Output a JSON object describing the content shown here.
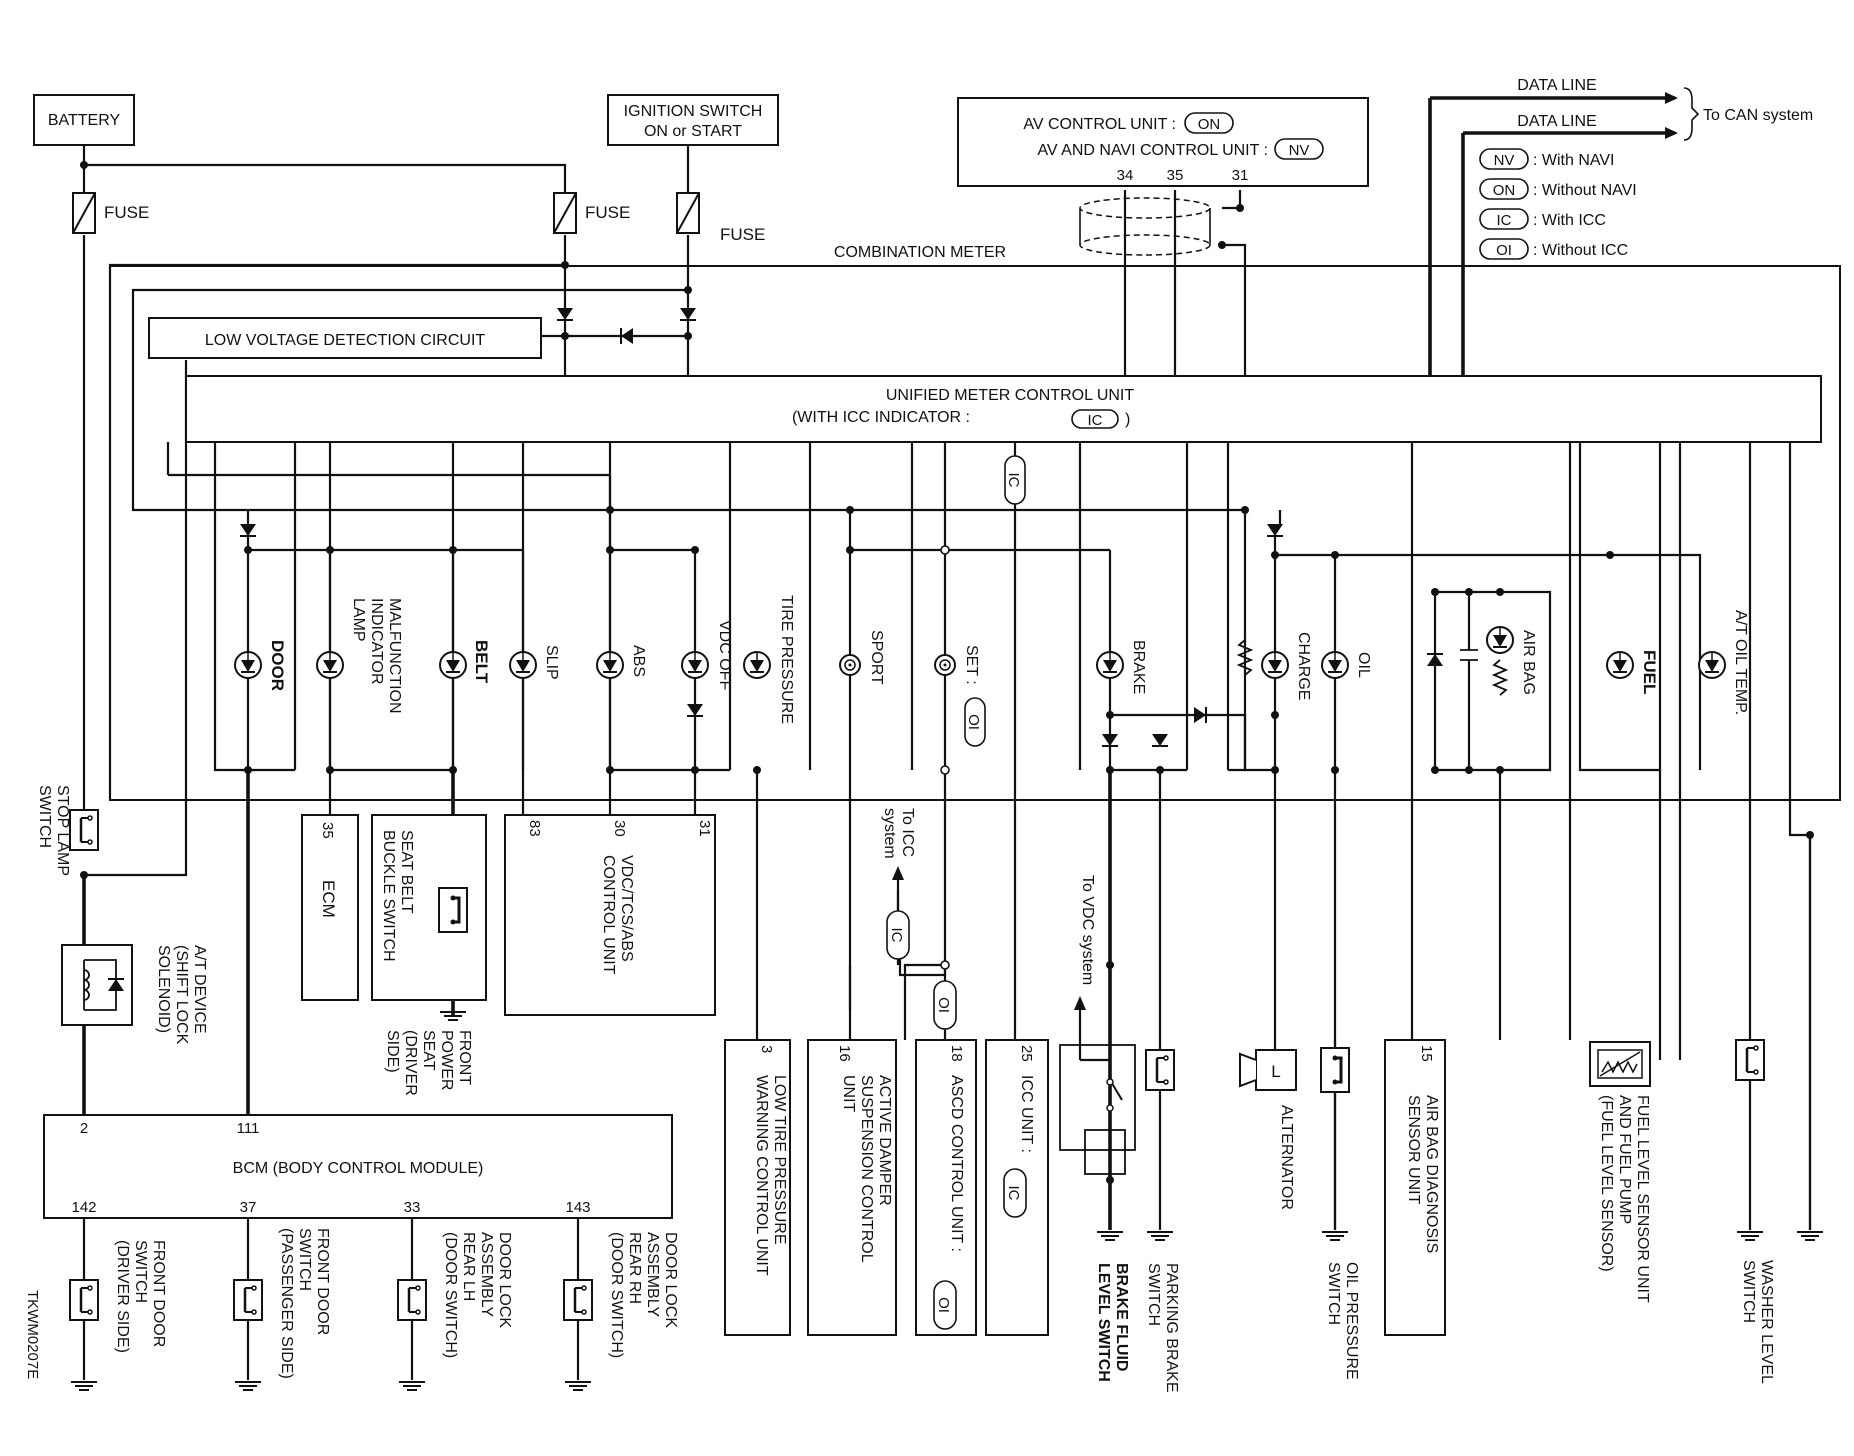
{
  "code": "TKWM0207E",
  "top": {
    "battery": "BATTERY",
    "fuse": "FUSE",
    "ign1": "IGNITION SWITCH",
    "ign2": "ON or START",
    "combination_meter": "COMBINATION METER",
    "lvd": "LOW VOLTAGE DETECTION CIRCUIT",
    "umcu1": "UNIFIED METER CONTROL UNIT",
    "umcu2": "(WITH ICC INDICATOR :",
    "close_paren": ")"
  },
  "av": {
    "line1": "AV CONTROL UNIT :",
    "line2": "AV AND NAVI CONTROL UNIT :",
    "pins": [
      "34",
      "35",
      "31"
    ]
  },
  "can": {
    "data_line": "DATA LINE",
    "to_can": "To CAN system"
  },
  "codes": {
    "nv": "NV",
    "on": "ON",
    "ic": "IC",
    "oi": "OI",
    "legend": [
      {
        "code": "NV",
        "text": ": With NAVI"
      },
      {
        "code": "ON",
        "text": ": Without NAVI"
      },
      {
        "code": "IC",
        "text": ": With ICC"
      },
      {
        "code": "OI",
        "text": ": Without ICC"
      }
    ]
  },
  "indicators": {
    "door": "DOOR",
    "mil1": "MALFUNCTION",
    "mil2": "INDICATOR",
    "mil3": "LAMP",
    "belt": "BELT",
    "slip": "SLIP",
    "abs": "ABS",
    "vdc_off": "VDC OFF",
    "tire": "TIRE PRESSURE",
    "sport": "SPORT",
    "set": "SET :",
    "brake": "BRAKE",
    "charge": "CHARGE",
    "oil": "OIL",
    "air_bag": "AIR BAG",
    "fuel": "FUEL",
    "at_oil": "A/T OIL TEMP."
  },
  "components": {
    "ecm": "ECM",
    "ecm_pin": "35",
    "seat_belt1": "SEAT BELT",
    "seat_belt2": "BUCKLE SWITCH",
    "front_power_seat": [
      "FRONT",
      "POWER",
      "SEAT",
      "(DRIVER",
      "SIDE)"
    ],
    "vdc1": "VDC/TCS/ABS",
    "vdc2": "CONTROL UNIT",
    "vdc_pins": [
      "83",
      "30",
      "31"
    ],
    "stop_lamp1": "STOP LAMP",
    "stop_lamp2": "SWITCH",
    "at_device1": "A/T DEVICE",
    "at_device2": "(SHIFT LOCK",
    "at_device3": "SOLENOID)",
    "to_icc1": "To ICC",
    "to_icc2": "system",
    "to_vdc": "To VDC system",
    "ltp_pin": "3",
    "ltp1": "LOW TIRE PRESSURE",
    "ltp2": "WARNING CONTROL UNIT",
    "ad_pin": "16",
    "ad1": "ACTIVE DAMPER",
    "ad2": "SUSPENSION CONTROL",
    "ad3": "UNIT",
    "ascd_pin": "18",
    "ascd": "ASCD CONTROL UNIT :",
    "icc_pin": "25",
    "icc": "ICC UNIT :",
    "brake_fluid1": "BRAKE FLUID",
    "brake_fluid2": "LEVEL SWITCH",
    "parking1": "PARKING BRAKE",
    "parking2": "SWITCH",
    "alternator": "ALTERNATOR",
    "alt_l": "L",
    "oil_press1": "OIL PRESSURE",
    "oil_press2": "SWITCH",
    "airbag_pin": "15",
    "airbag1": "AIR BAG DIAGNOSIS",
    "airbag2": "SENSOR UNIT",
    "fuel1": "FUEL LEVEL SENSOR UNIT",
    "fuel2": "AND FUEL PUMP",
    "fuel3": "(FUEL LEVEL SENSOR)",
    "washer1": "WASHER LEVEL",
    "washer2": "SWITCH"
  },
  "bcm": {
    "title": "BCM (BODY CONTROL MODULE)",
    "pin_2": "2",
    "pin_111": "111",
    "pins_bottom": [
      "142",
      "37",
      "33",
      "143"
    ],
    "fd_driver": [
      "FRONT DOOR",
      "SWITCH",
      "(DRIVER SIDE)"
    ],
    "fd_pass": [
      "FRONT DOOR",
      "SWITCH",
      "(PASSENGER SIDE)"
    ],
    "rear_lh": [
      "DOOR LOCK",
      "ASSEMBLY",
      "REAR LH",
      "(DOOR SWITCH)"
    ],
    "rear_rh": [
      "DOOR LOCK",
      "ASSEMBLY",
      "REAR RH",
      "(DOOR SWITCH)"
    ]
  }
}
